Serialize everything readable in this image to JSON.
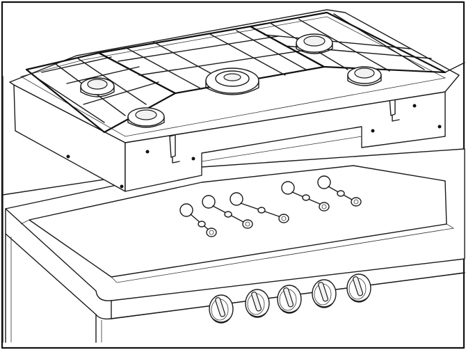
{
  "figure": {
    "subject": "gas-cooktop-exploded-installation",
    "colors": {
      "line": "#1a1a1a",
      "fill": "#ffffff",
      "shade": "#f2f2f2"
    }
  },
  "cooktop": {
    "burner_count": 5,
    "grate_count": 3
  },
  "valves": {
    "count": 5
  },
  "knobs": {
    "count": 5
  }
}
